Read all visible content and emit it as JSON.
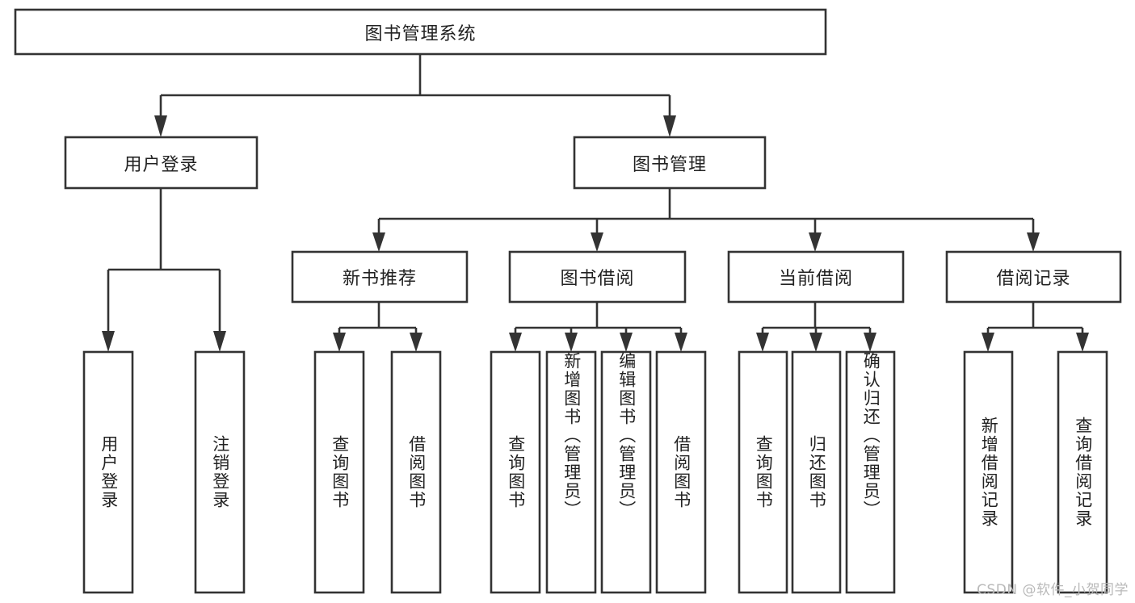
{
  "diagram": {
    "title": "图书管理系统",
    "type": "tree",
    "watermark": "CSDN @软件_小贺同学",
    "colors": {
      "box_stroke": "#333333",
      "box_fill": "#ffffff",
      "text": "#222222",
      "connector": "#333333",
      "watermark": "#b9b9b9",
      "background": "#ffffff"
    },
    "root": {
      "label": "图书管理系统",
      "orientation": "horizontal"
    },
    "level1": [
      {
        "id": "user-login",
        "label": "用户登录",
        "orientation": "horizontal"
      },
      {
        "id": "book-manage",
        "label": "图书管理",
        "orientation": "horizontal"
      }
    ],
    "level2": [
      {
        "id": "new-book-recommend",
        "label": "新书推荐",
        "orientation": "horizontal",
        "parent": "book-manage"
      },
      {
        "id": "book-borrow",
        "label": "图书借阅",
        "orientation": "horizontal",
        "parent": "book-manage"
      },
      {
        "id": "current-borrow",
        "label": "当前借阅",
        "orientation": "horizontal",
        "parent": "book-manage"
      },
      {
        "id": "borrow-record",
        "label": "借阅记录",
        "orientation": "horizontal",
        "parent": "book-manage"
      }
    ],
    "leaves": {
      "user-login": [
        {
          "id": "leaf-user-login",
          "label": "用户登录",
          "orientation": "vertical"
        },
        {
          "id": "leaf-logout-login",
          "label": "注销登录",
          "orientation": "vertical"
        }
      ],
      "new-book-recommend": [
        {
          "id": "leaf-query-book-1",
          "label": "查询图书",
          "orientation": "vertical"
        },
        {
          "id": "leaf-borrow-book-1",
          "label": "借阅图书",
          "orientation": "vertical"
        }
      ],
      "book-borrow": [
        {
          "id": "leaf-query-book-2",
          "label": "查询图书",
          "orientation": "vertical"
        },
        {
          "id": "leaf-add-book",
          "label": "新增图书（管理员）",
          "orientation": "vertical"
        },
        {
          "id": "leaf-edit-book",
          "label": "编辑图书（管理员）",
          "orientation": "vertical"
        },
        {
          "id": "leaf-borrow-book-2",
          "label": "借阅图书",
          "orientation": "vertical"
        }
      ],
      "current-borrow": [
        {
          "id": "leaf-query-book-3",
          "label": "查询图书",
          "orientation": "vertical"
        },
        {
          "id": "leaf-return-book",
          "label": "归还图书",
          "orientation": "vertical"
        },
        {
          "id": "leaf-confirm-return",
          "label": "确认归还（管理员）",
          "orientation": "vertical"
        }
      ],
      "borrow-record": [
        {
          "id": "leaf-add-record",
          "label": "新增借阅记录",
          "orientation": "vertical"
        },
        {
          "id": "leaf-query-record",
          "label": "查询借阅记录",
          "orientation": "vertical"
        }
      ]
    }
  }
}
